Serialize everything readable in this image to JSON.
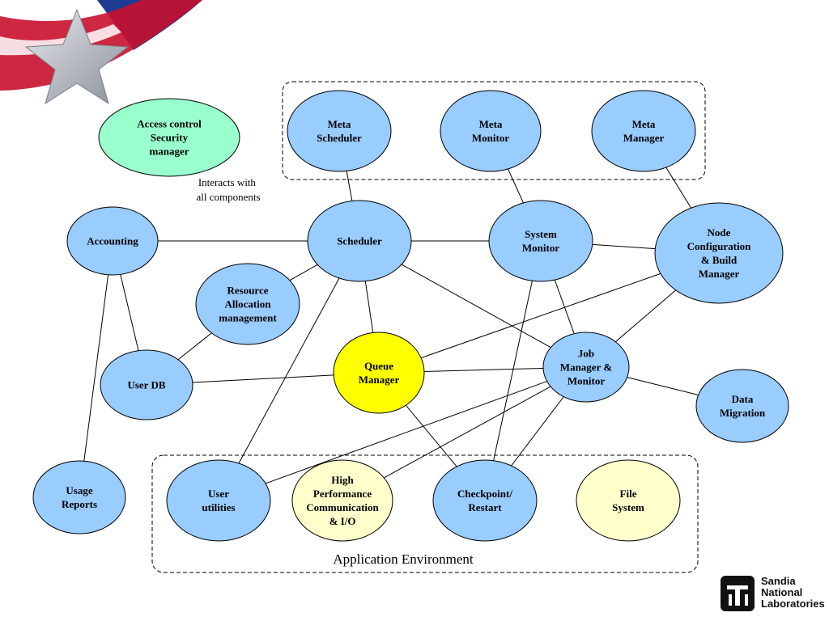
{
  "nodes": {
    "access_control": {
      "lines": [
        "Access control",
        "Security",
        "manager"
      ],
      "color": "#99ffcc"
    },
    "meta_scheduler": {
      "lines": [
        "Meta",
        "Scheduler"
      ],
      "color": "#99ccff"
    },
    "meta_monitor": {
      "lines": [
        "Meta",
        "Monitor"
      ],
      "color": "#99ccff"
    },
    "meta_manager": {
      "lines": [
        "Meta",
        "Manager"
      ],
      "color": "#99ccff"
    },
    "accounting": {
      "lines": [
        "Accounting"
      ],
      "color": "#99ccff"
    },
    "scheduler": {
      "lines": [
        "Scheduler"
      ],
      "color": "#99ccff"
    },
    "system_monitor": {
      "lines": [
        "System",
        "Monitor"
      ],
      "color": "#99ccff"
    },
    "node_config": {
      "lines": [
        "Node",
        "Configuration",
        "& Build",
        "Manager"
      ],
      "color": "#99ccff"
    },
    "resource_alloc": {
      "lines": [
        "Resource",
        "Allocation",
        "management"
      ],
      "color": "#99ccff"
    },
    "user_db": {
      "lines": [
        "User DB"
      ],
      "color": "#99ccff"
    },
    "queue_manager": {
      "lines": [
        "Queue",
        "Manager"
      ],
      "color": "#ffff00"
    },
    "job_manager": {
      "lines": [
        "Job",
        "Manager &",
        "Monitor"
      ],
      "color": "#99ccff"
    },
    "data_migration": {
      "lines": [
        "Data",
        "Migration"
      ],
      "color": "#99ccff"
    },
    "usage_reports": {
      "lines": [
        "Usage",
        "Reports"
      ],
      "color": "#99ccff"
    },
    "user_utilities": {
      "lines": [
        "User",
        "utilities"
      ],
      "color": "#99ccff"
    },
    "hpc_io": {
      "lines": [
        "High",
        "Performance",
        "Communication",
        "& I/O"
      ],
      "color": "#ffffcc"
    },
    "checkpoint": {
      "lines": [
        "Checkpoint/",
        "Restart"
      ],
      "color": "#99ccff"
    },
    "file_system": {
      "lines": [
        "File",
        "System"
      ],
      "color": "#ffffcc"
    }
  },
  "note": {
    "lines": [
      "Interacts with",
      "all components"
    ]
  },
  "groups": {
    "meta": {
      "label": ""
    },
    "app_env": {
      "label": "Application Environment"
    }
  },
  "edges": [
    [
      "meta_scheduler",
      "scheduler"
    ],
    [
      "meta_monitor",
      "system_monitor"
    ],
    [
      "meta_manager",
      "node_config"
    ],
    [
      "accounting",
      "scheduler"
    ],
    [
      "accounting",
      "user_db"
    ],
    [
      "accounting",
      "usage_reports"
    ],
    [
      "scheduler",
      "system_monitor"
    ],
    [
      "scheduler",
      "resource_alloc"
    ],
    [
      "scheduler",
      "queue_manager"
    ],
    [
      "scheduler",
      "job_manager"
    ],
    [
      "scheduler",
      "user_utilities"
    ],
    [
      "system_monitor",
      "node_config"
    ],
    [
      "system_monitor",
      "job_manager"
    ],
    [
      "system_monitor",
      "checkpoint"
    ],
    [
      "node_config",
      "queue_manager"
    ],
    [
      "node_config",
      "job_manager"
    ],
    [
      "resource_alloc",
      "user_db"
    ],
    [
      "user_db",
      "queue_manager"
    ],
    [
      "queue_manager",
      "job_manager"
    ],
    [
      "queue_manager",
      "checkpoint"
    ],
    [
      "job_manager",
      "data_migration"
    ],
    [
      "job_manager",
      "user_utilities"
    ],
    [
      "job_manager",
      "hpc_io"
    ],
    [
      "job_manager",
      "checkpoint"
    ]
  ],
  "logo": {
    "lines": [
      "Sandia",
      "National",
      "Laboratories"
    ]
  },
  "banner": {
    "colors": {
      "red": "#c8102e",
      "blue": "#1f3a93",
      "star": "#b8bcc4"
    }
  }
}
